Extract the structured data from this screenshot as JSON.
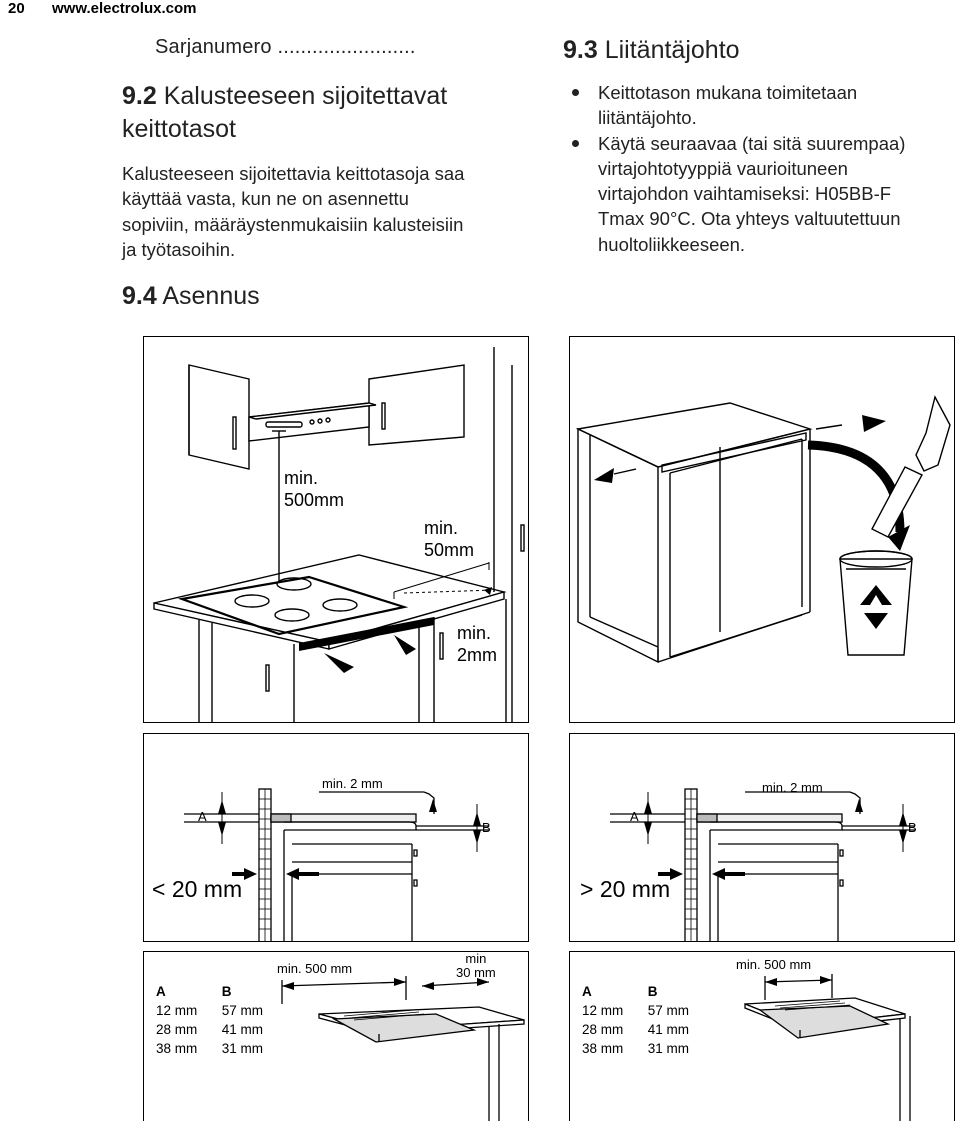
{
  "header": {
    "page_number": "20",
    "url": "www.electrolux.com"
  },
  "serial": "Sarjanumero ........................",
  "sec92": {
    "num": "9.2",
    "title_line1": "Kalusteeseen sijoitettavat",
    "title_line2": "keittotasot",
    "lines": [
      "Kalusteeseen sijoitettavia keittotasoja saa",
      "käyttää vasta, kun ne on asennettu",
      "sopiviin, määräystenmukaisiin kalusteisiin",
      "ja työtasoihin."
    ]
  },
  "sec93": {
    "num": "9.3",
    "title": "Liitäntäjohto",
    "bullet1": [
      "Keittotason mukana toimitetaan",
      "liitäntäjohto."
    ],
    "bullet2": [
      "Käytä seuraavaa (tai sitä suurempaa)",
      "virtajohtotyyppiä vaurioituneen",
      "virtajohdon vaihtamiseksi: H05BB-F",
      "Tmax 90°C. Ota yhteys valtuutettuun",
      "huoltoliikkeeseen."
    ]
  },
  "sec94": {
    "num": "9.4",
    "title": "Asennus"
  },
  "fig1": {
    "label_500a": "min.",
    "label_500b": "500mm",
    "label_50a": "min.",
    "label_50b": "50mm",
    "label_2a": "min.",
    "label_2b": "2mm"
  },
  "fig3": {
    "min2": "min. 2 mm",
    "a": "A",
    "b": "B",
    "cond": "< 20 mm"
  },
  "fig4": {
    "min2": "min. 2 mm",
    "a": "A",
    "b": "B",
    "cond": "> 20 mm"
  },
  "fig5": {
    "min500": "min. 500 mm",
    "min30a": "min",
    "min30b": "30 mm",
    "table": {
      "col_a": "A",
      "col_b": "B",
      "a_vals": [
        "12 mm",
        "28 mm",
        "38 mm"
      ],
      "b_vals": [
        "57 mm",
        "41 mm",
        "31 mm"
      ]
    }
  },
  "fig6": {
    "min500": "min. 500 mm",
    "table": {
      "col_a": "A",
      "col_b": "B",
      "a_vals": [
        "12 mm",
        "28 mm",
        "38 mm"
      ],
      "b_vals": [
        "57 mm",
        "41 mm",
        "31 mm"
      ]
    }
  }
}
